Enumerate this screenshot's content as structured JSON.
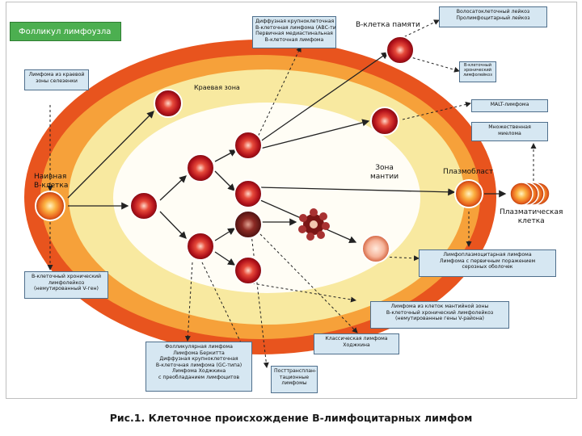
{
  "title": "Фолликул лимфоузла",
  "caption": "Рис.1. Клеточное происхождение В-лимфоцитарных лимфом",
  "colors": {
    "outer_ring": "#e8541e",
    "marginal_zone": "#f6a13a",
    "mantle_zone": "#f8e9a0",
    "center": "#fffdf5",
    "box_fill": "#d6e7f2",
    "box_border": "#4f6f8c",
    "title_fill": "#4caf50"
  },
  "zone_labels": {
    "marginal": "Краевая зона",
    "mantle": [
      "Зона",
      "мантии"
    ]
  },
  "cell_labels": {
    "naive": [
      "Наивная",
      "В-клетка"
    ],
    "memory": "В-клетка памяти",
    "plasmablast": "Плазмобласт",
    "plasma": [
      "Плазматическая",
      "клетка"
    ]
  },
  "boxes": {
    "dlbcl_abc": [
      "Диффузная крупноклеточная",
      "В-клеточная лимфома (АВС-типа)",
      "Первичная медиастинальная",
      "В-клеточная лимфома"
    ],
    "hairy_cell": [
      "Волосатоклеточный лейкоз",
      "Пролимфоцитарный лейкоз"
    ],
    "cll_small": [
      "В-клеточный",
      "хронический",
      "лимфолейкоз"
    ],
    "mzl_spleen": [
      "Лимфома из краевой",
      "зоны селезенки"
    ],
    "malt": [
      "MALT-лимфома"
    ],
    "myeloma": [
      "Множественная",
      "миелома"
    ],
    "lymphoplasmacytic": [
      "Лимфоплазмоцитарная лимфома",
      "Лимфома с первичным поражением",
      "серозных оболочек"
    ],
    "cll_unmutated": [
      "В-клеточный хронический",
      "лимфолейкоз",
      "(немутированный V-ген)"
    ],
    "mantle_cell": [
      "Лимфома из клеток мантийной зоны",
      "В-клеточный хронический лимфолейкоз",
      "(немутированные гены V-района)"
    ],
    "follicular": [
      "Фолликулярная лимфома",
      "Лимфома Беркитта",
      "Диффузная крупноклеточная",
      "В-клеточная лимфома (GC-типа)",
      "Лимфома Ходжкина",
      "с преобладанием лимфоцитов"
    ],
    "hodgkin": [
      "Классическая лимфома",
      "Ходжкина"
    ],
    "post_transplant": [
      "Посттрансплан-",
      "тационные",
      "лимфомы"
    ]
  }
}
